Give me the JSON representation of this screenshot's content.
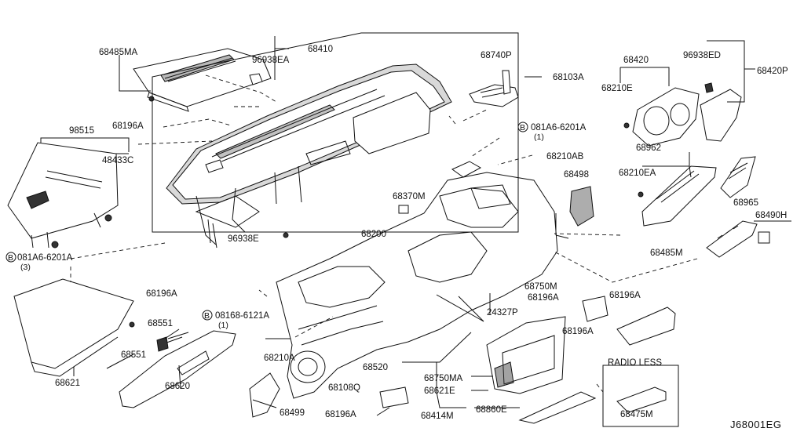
{
  "figure_code": "J68001EG",
  "radio_less_label": "RADIO LESS",
  "bolt_prefix": "B",
  "part_labels": [
    "68485MA",
    "68410",
    "96938EA",
    "68740P",
    "68103A",
    "98515",
    "68196A",
    "48433C",
    "081A6-6201A",
    "(1)",
    "68210AB",
    "68420",
    "96938ED",
    "68420P",
    "68210E",
    "68962",
    "68210EA",
    "68965",
    "68498",
    "68370M",
    "68490H",
    "68200",
    "68485M",
    "96938E",
    "081A6-6201A",
    "(3)",
    "68196A",
    "68750M",
    "68196A",
    "68196A",
    "08168-6121A",
    "(1)",
    "24327P",
    "68551",
    "68196A",
    "68551",
    "68210A",
    "68520",
    "68750MA",
    "68621E",
    "68621",
    "68620",
    "68108Q",
    "68499",
    "68196A",
    "68414M",
    "68860E",
    "68475M"
  ]
}
